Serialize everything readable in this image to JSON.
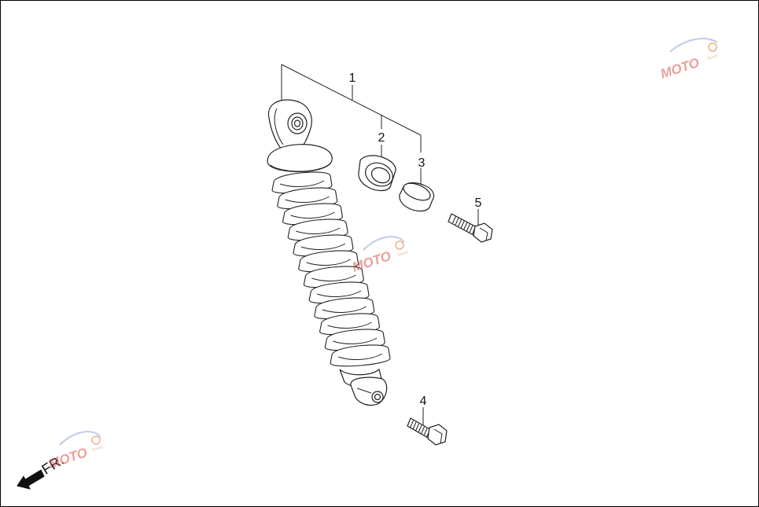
{
  "callouts": [
    {
      "id": "1",
      "label": "1"
    },
    {
      "id": "2",
      "label": "2"
    },
    {
      "id": "3",
      "label": "3"
    },
    {
      "id": "4",
      "label": "4"
    },
    {
      "id": "5",
      "label": "5"
    }
  ],
  "direction_marker": {
    "label": "FR.",
    "icon": "arrow-down-left-icon"
  },
  "watermark": {
    "text": "MOTO",
    "sub": "Gurus"
  },
  "colors": {
    "line": "#222222",
    "watermark": "#d9534f",
    "border": "#000000"
  }
}
